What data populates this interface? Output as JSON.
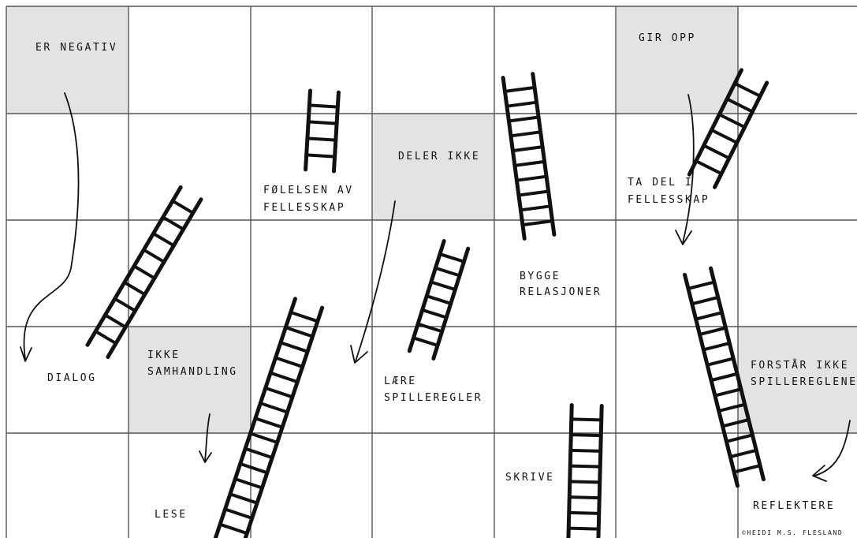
{
  "board": {
    "shaded_cells": [
      [
        0,
        0
      ],
      [
        5,
        0
      ],
      [
        3,
        1
      ],
      [
        1,
        3
      ],
      [
        6,
        3
      ]
    ],
    "squares": [
      {
        "id": "er-negativ",
        "text": "ER NEGATIV"
      },
      {
        "id": "gir-opp",
        "text": "GIR OPP"
      },
      {
        "id": "deler-ikke",
        "text": "DELER IKKE"
      },
      {
        "id": "folelsen",
        "line1": "FØLELSEN AV",
        "line2": "FELLESSKAP"
      },
      {
        "id": "ta-del",
        "line1": "TA DEL I",
        "line2": "FELLESSKAP"
      },
      {
        "id": "bygge",
        "line1": "BYGGE",
        "line2": "RELASJONER"
      },
      {
        "id": "dialog",
        "text": "DIALOG"
      },
      {
        "id": "ikke-samhandling",
        "line1": "IKKE",
        "line2": "SAMHANDLING"
      },
      {
        "id": "laere",
        "line1": "LÆRE",
        "line2": "SPILLEREGLER"
      },
      {
        "id": "forstar",
        "line1": "FORSTÅR IKKE",
        "line2": "SPILLEREGLENE"
      },
      {
        "id": "skrive",
        "text": "SKRIVE"
      },
      {
        "id": "lese",
        "text": "LESE"
      },
      {
        "id": "reflektere",
        "text": "REFLEKTERE"
      }
    ],
    "credit": "HEIDI M.S. FLESLAND",
    "ladder_count": 8,
    "arrow_count": 5
  }
}
